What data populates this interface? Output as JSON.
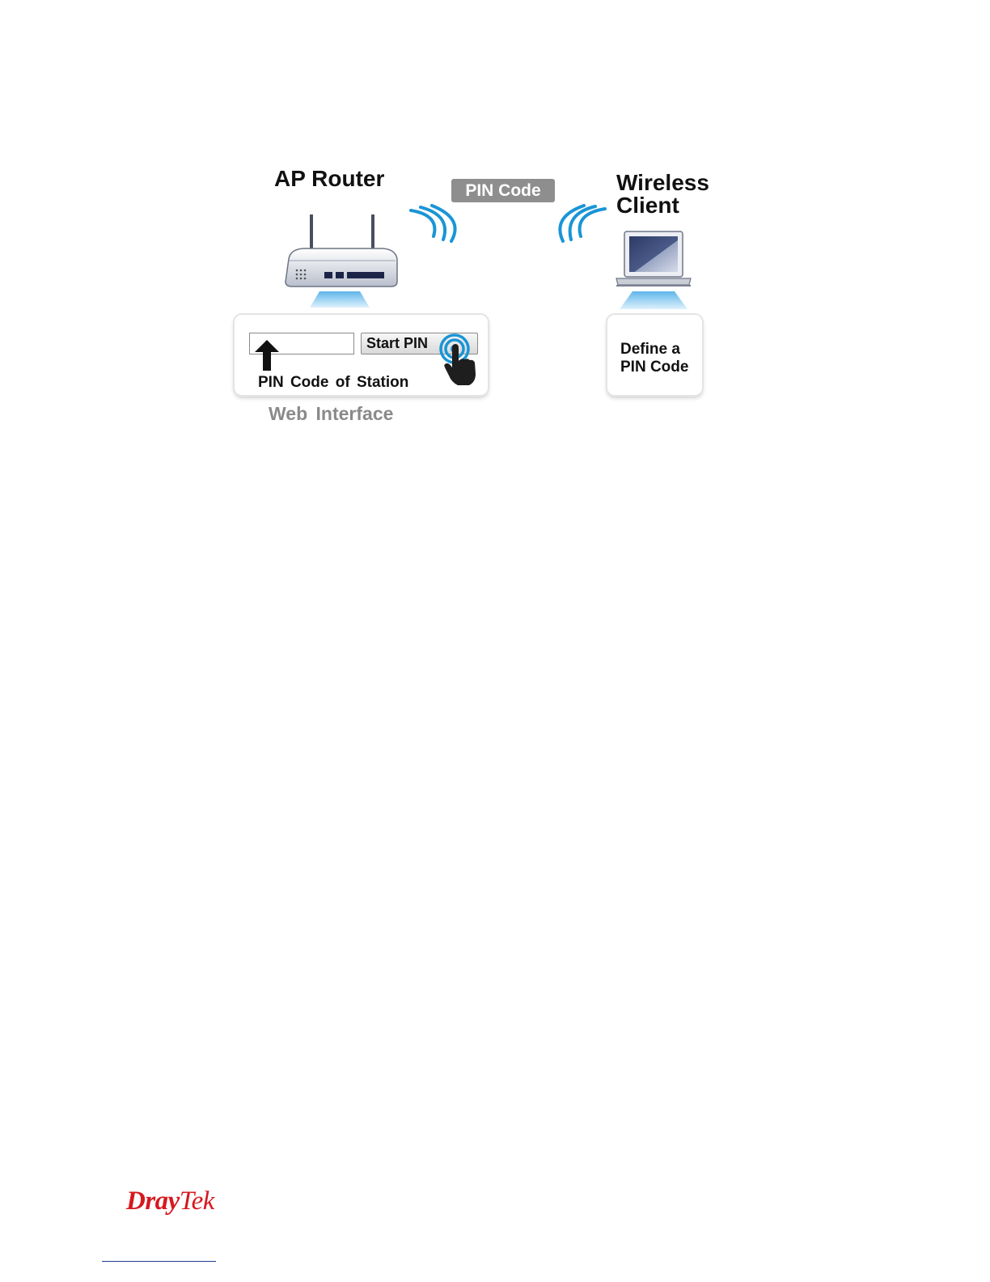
{
  "router": {
    "title": "AP Router"
  },
  "badge": {
    "label": "PIN Code"
  },
  "client": {
    "title_line1": "Wireless",
    "title_line2": "Client"
  },
  "web_panel": {
    "start_pin_label": "Start PIN",
    "station_label": "PIN Code  of Station",
    "caption": "Web  Interface"
  },
  "client_panel": {
    "line1": "Define a",
    "line2": "PIN Code"
  },
  "footer": {
    "brand_bold": "Dray",
    "brand_light": "Tek"
  },
  "colors": {
    "accent_blue": "#1a95d6",
    "badge_gray": "#8e8e8e",
    "brand_red": "#d6181f",
    "caption_gray": "#8a8a8a"
  },
  "icons": [
    "router-icon",
    "wifi-waves-right-icon",
    "wifi-waves-left-icon",
    "laptop-icon",
    "up-arrow-icon",
    "tap-hand-icon"
  ]
}
